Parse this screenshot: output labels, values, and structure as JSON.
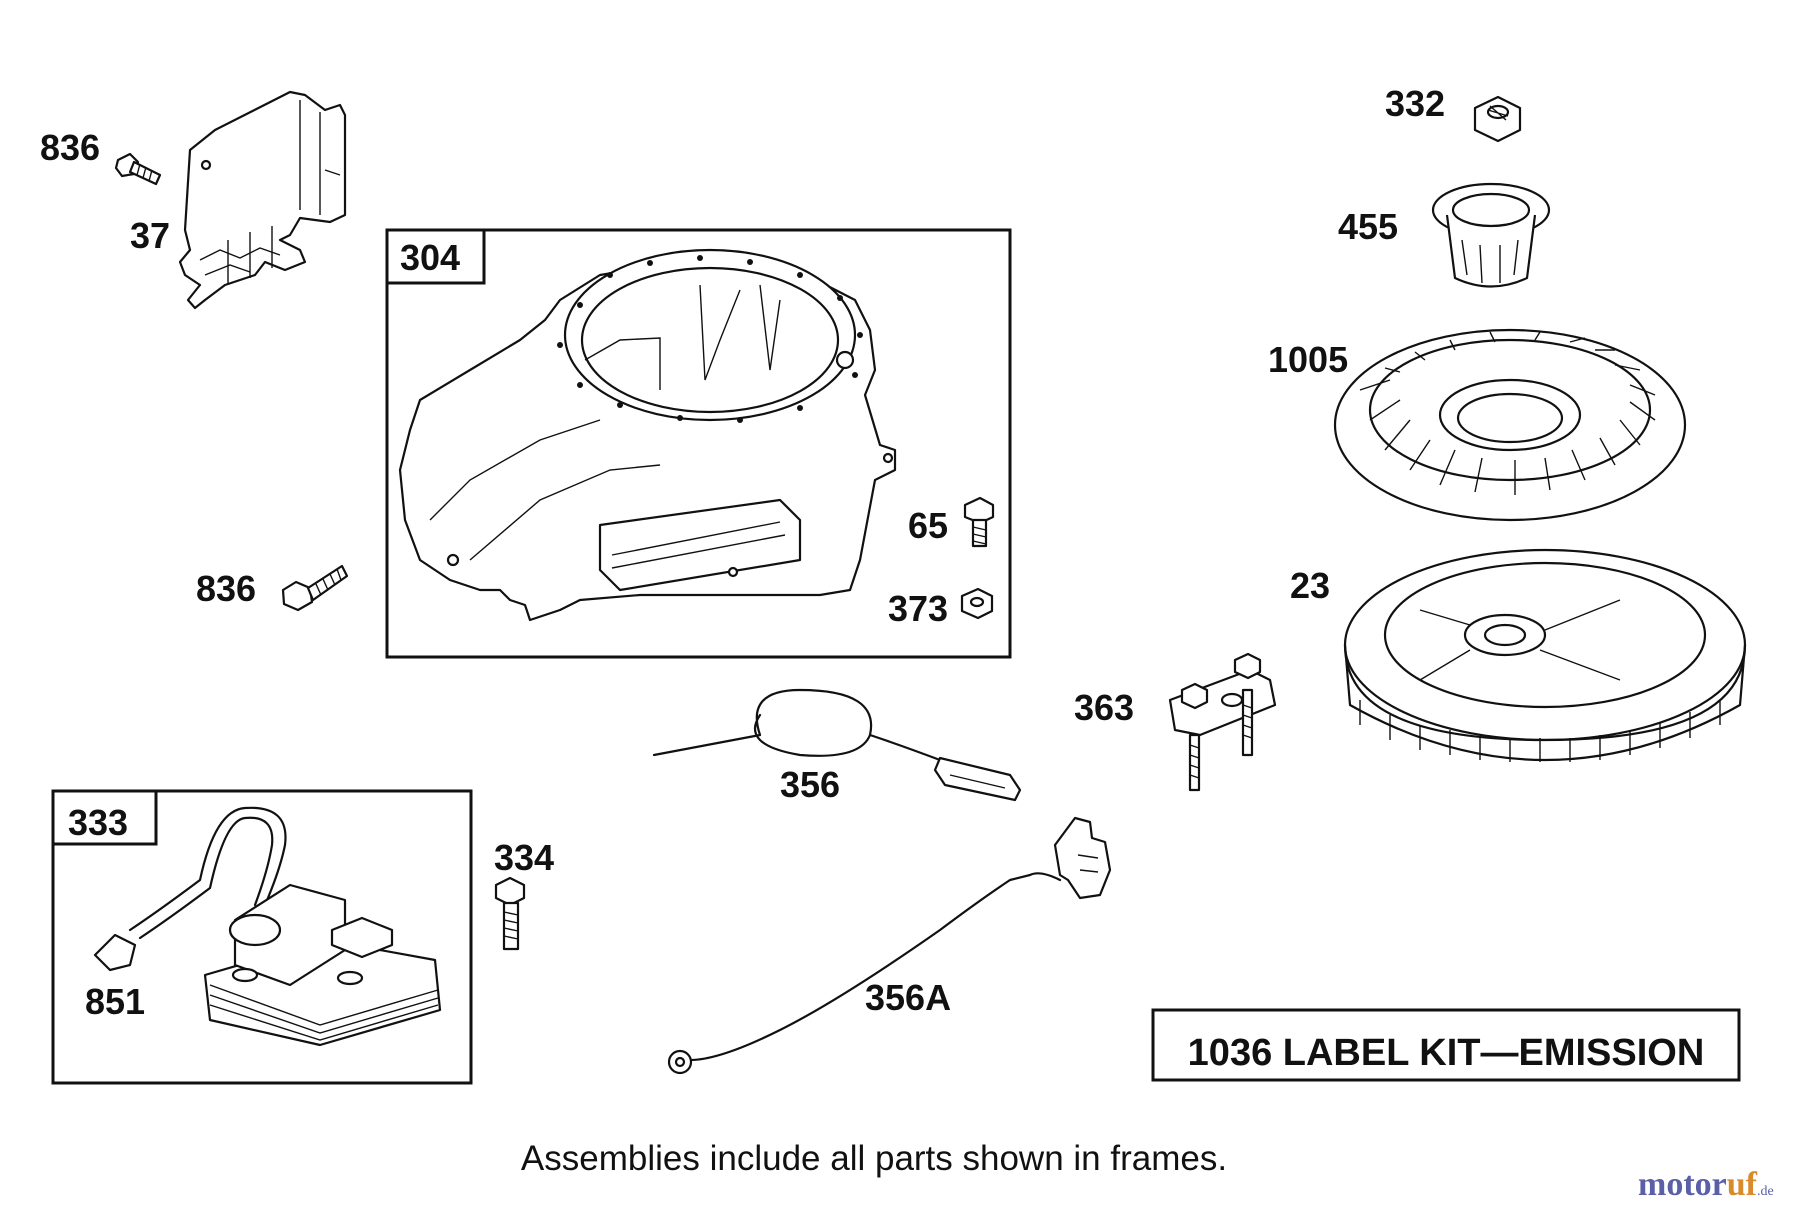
{
  "parts": {
    "p836a": "836",
    "p37": "37",
    "p304": "304",
    "p65": "65",
    "p373": "373",
    "p836b": "836",
    "p332": "332",
    "p455": "455",
    "p1005": "1005",
    "p23": "23",
    "p363": "363",
    "p356": "356",
    "p356a": "356A",
    "p333": "333",
    "p334": "334",
    "p851": "851"
  },
  "kit_label": "1036 LABEL KIT—EMISSION",
  "footnote": "Assemblies include all parts shown in frames.",
  "watermark": {
    "part1": "motor",
    "part2": "uf",
    "suffix": ".de"
  }
}
